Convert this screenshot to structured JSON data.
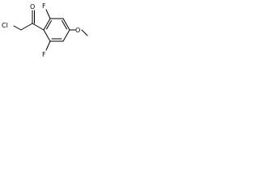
{
  "molecule": {
    "atoms": {
      "oxygen_carbonyl": "O",
      "chlorine": "Cl",
      "fluorine_top": "F",
      "fluorine_bottom": "F",
      "methoxy": "O"
    },
    "colors": {
      "bond": "#000000",
      "label": "#000000",
      "background": "#ffffff"
    }
  }
}
